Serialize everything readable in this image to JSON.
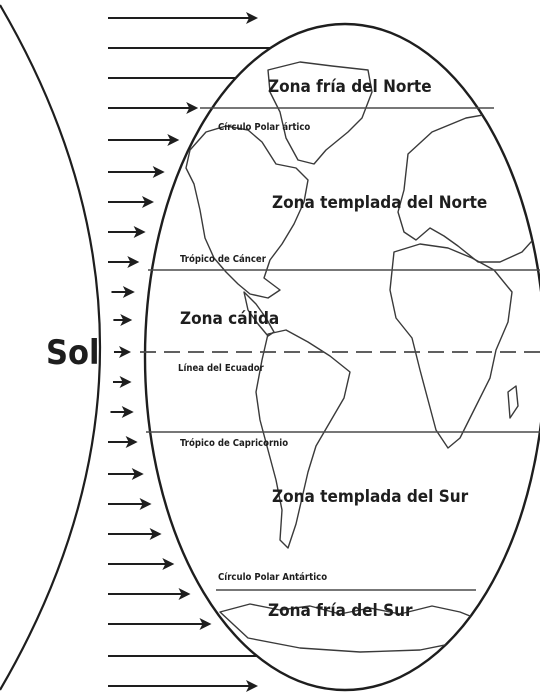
{
  "sun": {
    "label": "Sol"
  },
  "zones": {
    "north_frigid": "Zona fría del Norte",
    "north_temperate": "Zona templada del Norte",
    "torrid": "Zona cálida",
    "south_temperate": "Zona templada del Sur",
    "south_frigid": "Zona fría del Sur"
  },
  "lines": {
    "arctic_circle": "Círculo Polar ártico",
    "tropic_cancer": "Trópico de Cáncer",
    "equator": "Línea del Ecuador",
    "tropic_capricorn": "Trópico de Capricornio",
    "antarctic_circle": "Círculo Polar Antártico"
  },
  "colors": {
    "ink": "#1e1e1e",
    "line": "#4a4a4a",
    "background": "#ffffff"
  },
  "icons": {
    "sunlight": "arrow-right-icon"
  }
}
